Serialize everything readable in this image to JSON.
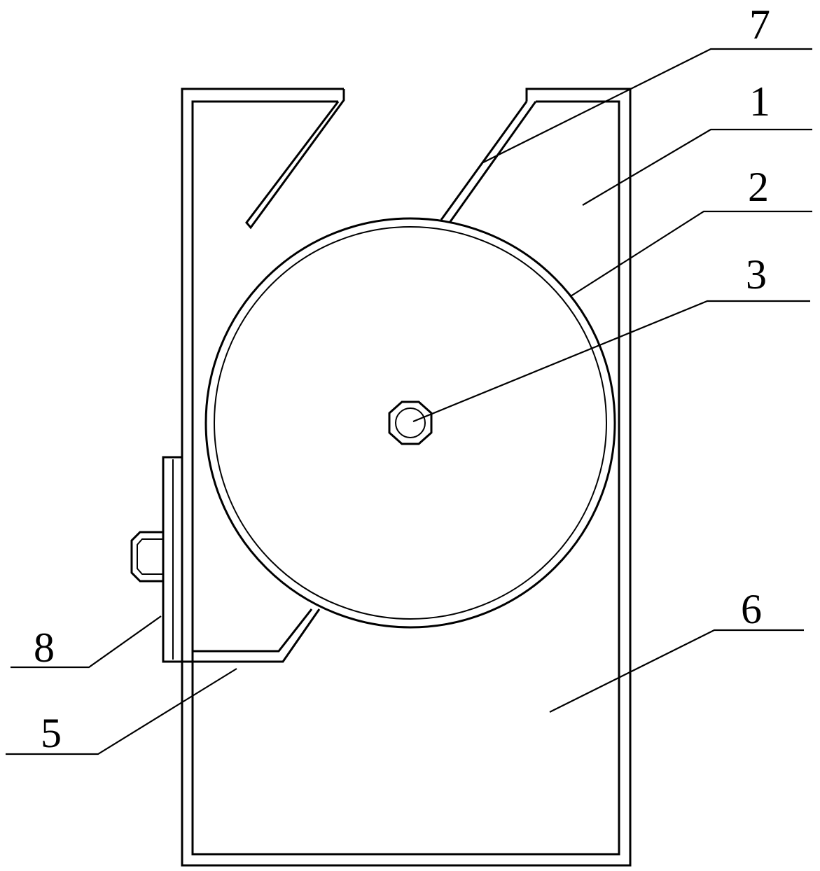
{
  "figure": {
    "labels": {
      "l1": "1",
      "l2": "2",
      "l3": "3",
      "l5": "5",
      "l6": "6",
      "l7": "7",
      "l8": "8"
    }
  }
}
